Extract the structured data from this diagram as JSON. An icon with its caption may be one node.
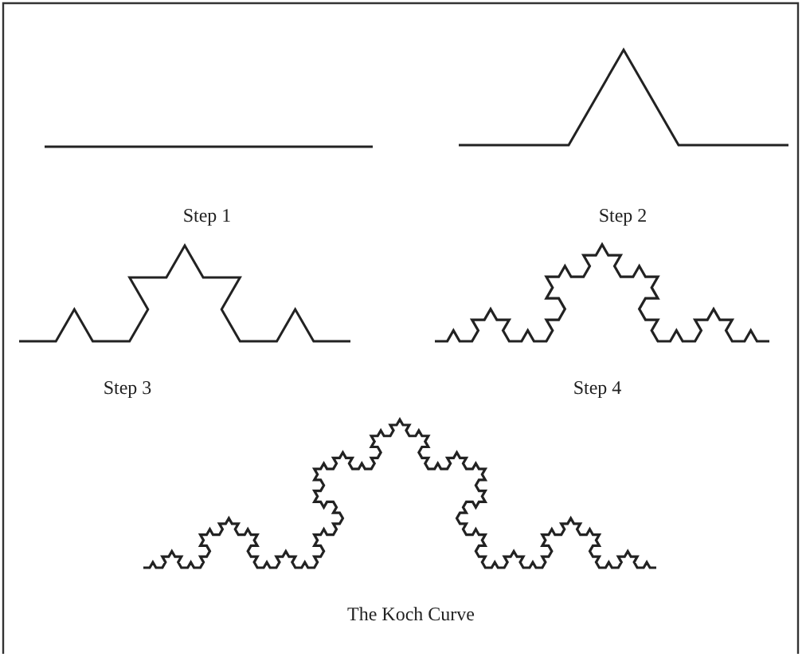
{
  "diagram": {
    "labels": [
      "Step 1",
      "Step 2",
      "Step 3",
      "Step 4",
      "The Koch Curve"
    ]
  }
}
